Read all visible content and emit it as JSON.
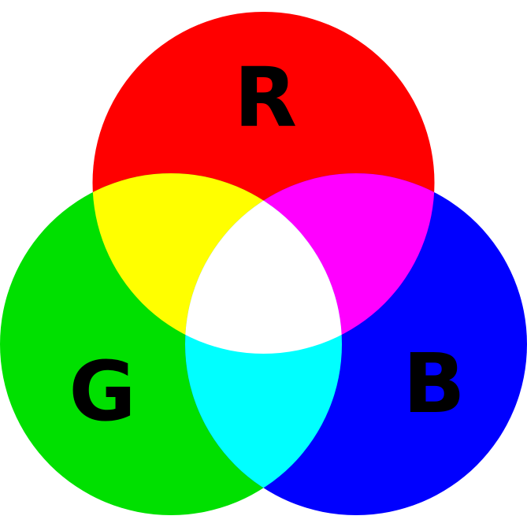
{
  "diagram": {
    "labels": {
      "red": "R",
      "green": "G",
      "blue": "B"
    },
    "colors": {
      "red": "#ff0000",
      "green": "#00e000",
      "blue": "#0000ff",
      "red_green_overlap": "#ffff00",
      "red_blue_overlap": "#ff00ff",
      "green_blue_overlap": "#00ffff",
      "triple_overlap": "#ffffff",
      "label_text": "#000000",
      "background": "#ffffff"
    },
    "regions": {
      "red_circle": "red primary",
      "green_circle": "green primary",
      "blue_circle": "blue primary",
      "yellow_region": "red + green",
      "magenta_region": "red + blue",
      "cyan_region": "green + blue",
      "white_region": "red + green + blue"
    }
  }
}
